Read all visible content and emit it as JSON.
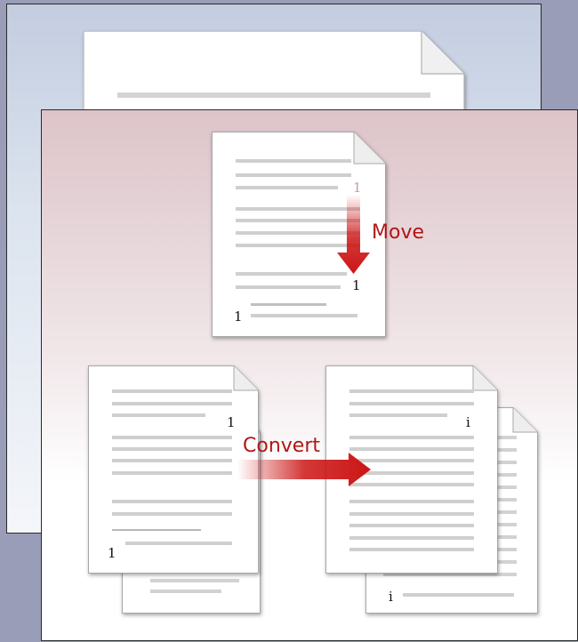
{
  "move_label": "Move",
  "convert_label": "Convert",
  "footnote_mark": "1",
  "endnote_mark": "i",
  "colors": {
    "arrow": "#cc1515",
    "label": "#b31515",
    "text_line": "#cfcfcf",
    "back_panel": "#c3cde0",
    "front_panel": "#ddc4c9"
  }
}
